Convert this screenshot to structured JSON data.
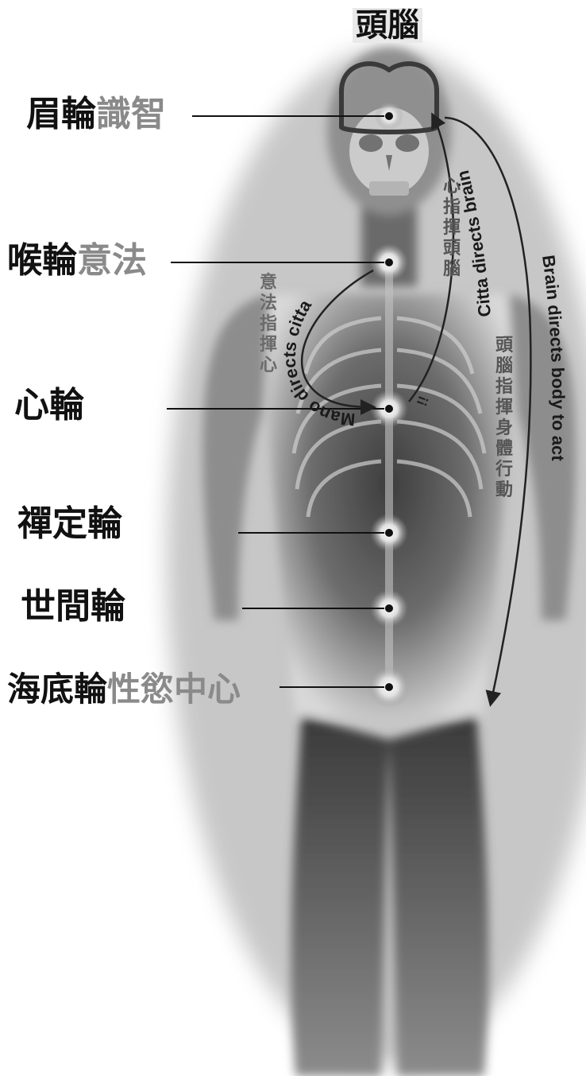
{
  "title": "頭腦",
  "chakras": [
    {
      "name": "眉輪",
      "note": "識智"
    },
    {
      "name": "喉輪",
      "note": "意法"
    },
    {
      "name": "心輪",
      "note": ""
    },
    {
      "name": "禪定輪",
      "note": ""
    },
    {
      "name": "世間輪",
      "note": ""
    },
    {
      "name": "海底輪",
      "note": "性慾中心"
    }
  ],
  "arrows": {
    "citta_directs_brain": "Citta directs brain",
    "citta_directs_brain_zh": "心指揮頭腦",
    "mano_directs_citta": "Mano directs citta",
    "mano_directs_citta_zh": "意法指揮心",
    "brain_directs_body": "Brain directs body to act",
    "brain_directs_body_zh": "頭腦指揮身體行動",
    "marks": "!!"
  },
  "colors": {
    "label_dark": "#111111",
    "label_light": "#8a8a8a",
    "arrow": "#222222"
  }
}
